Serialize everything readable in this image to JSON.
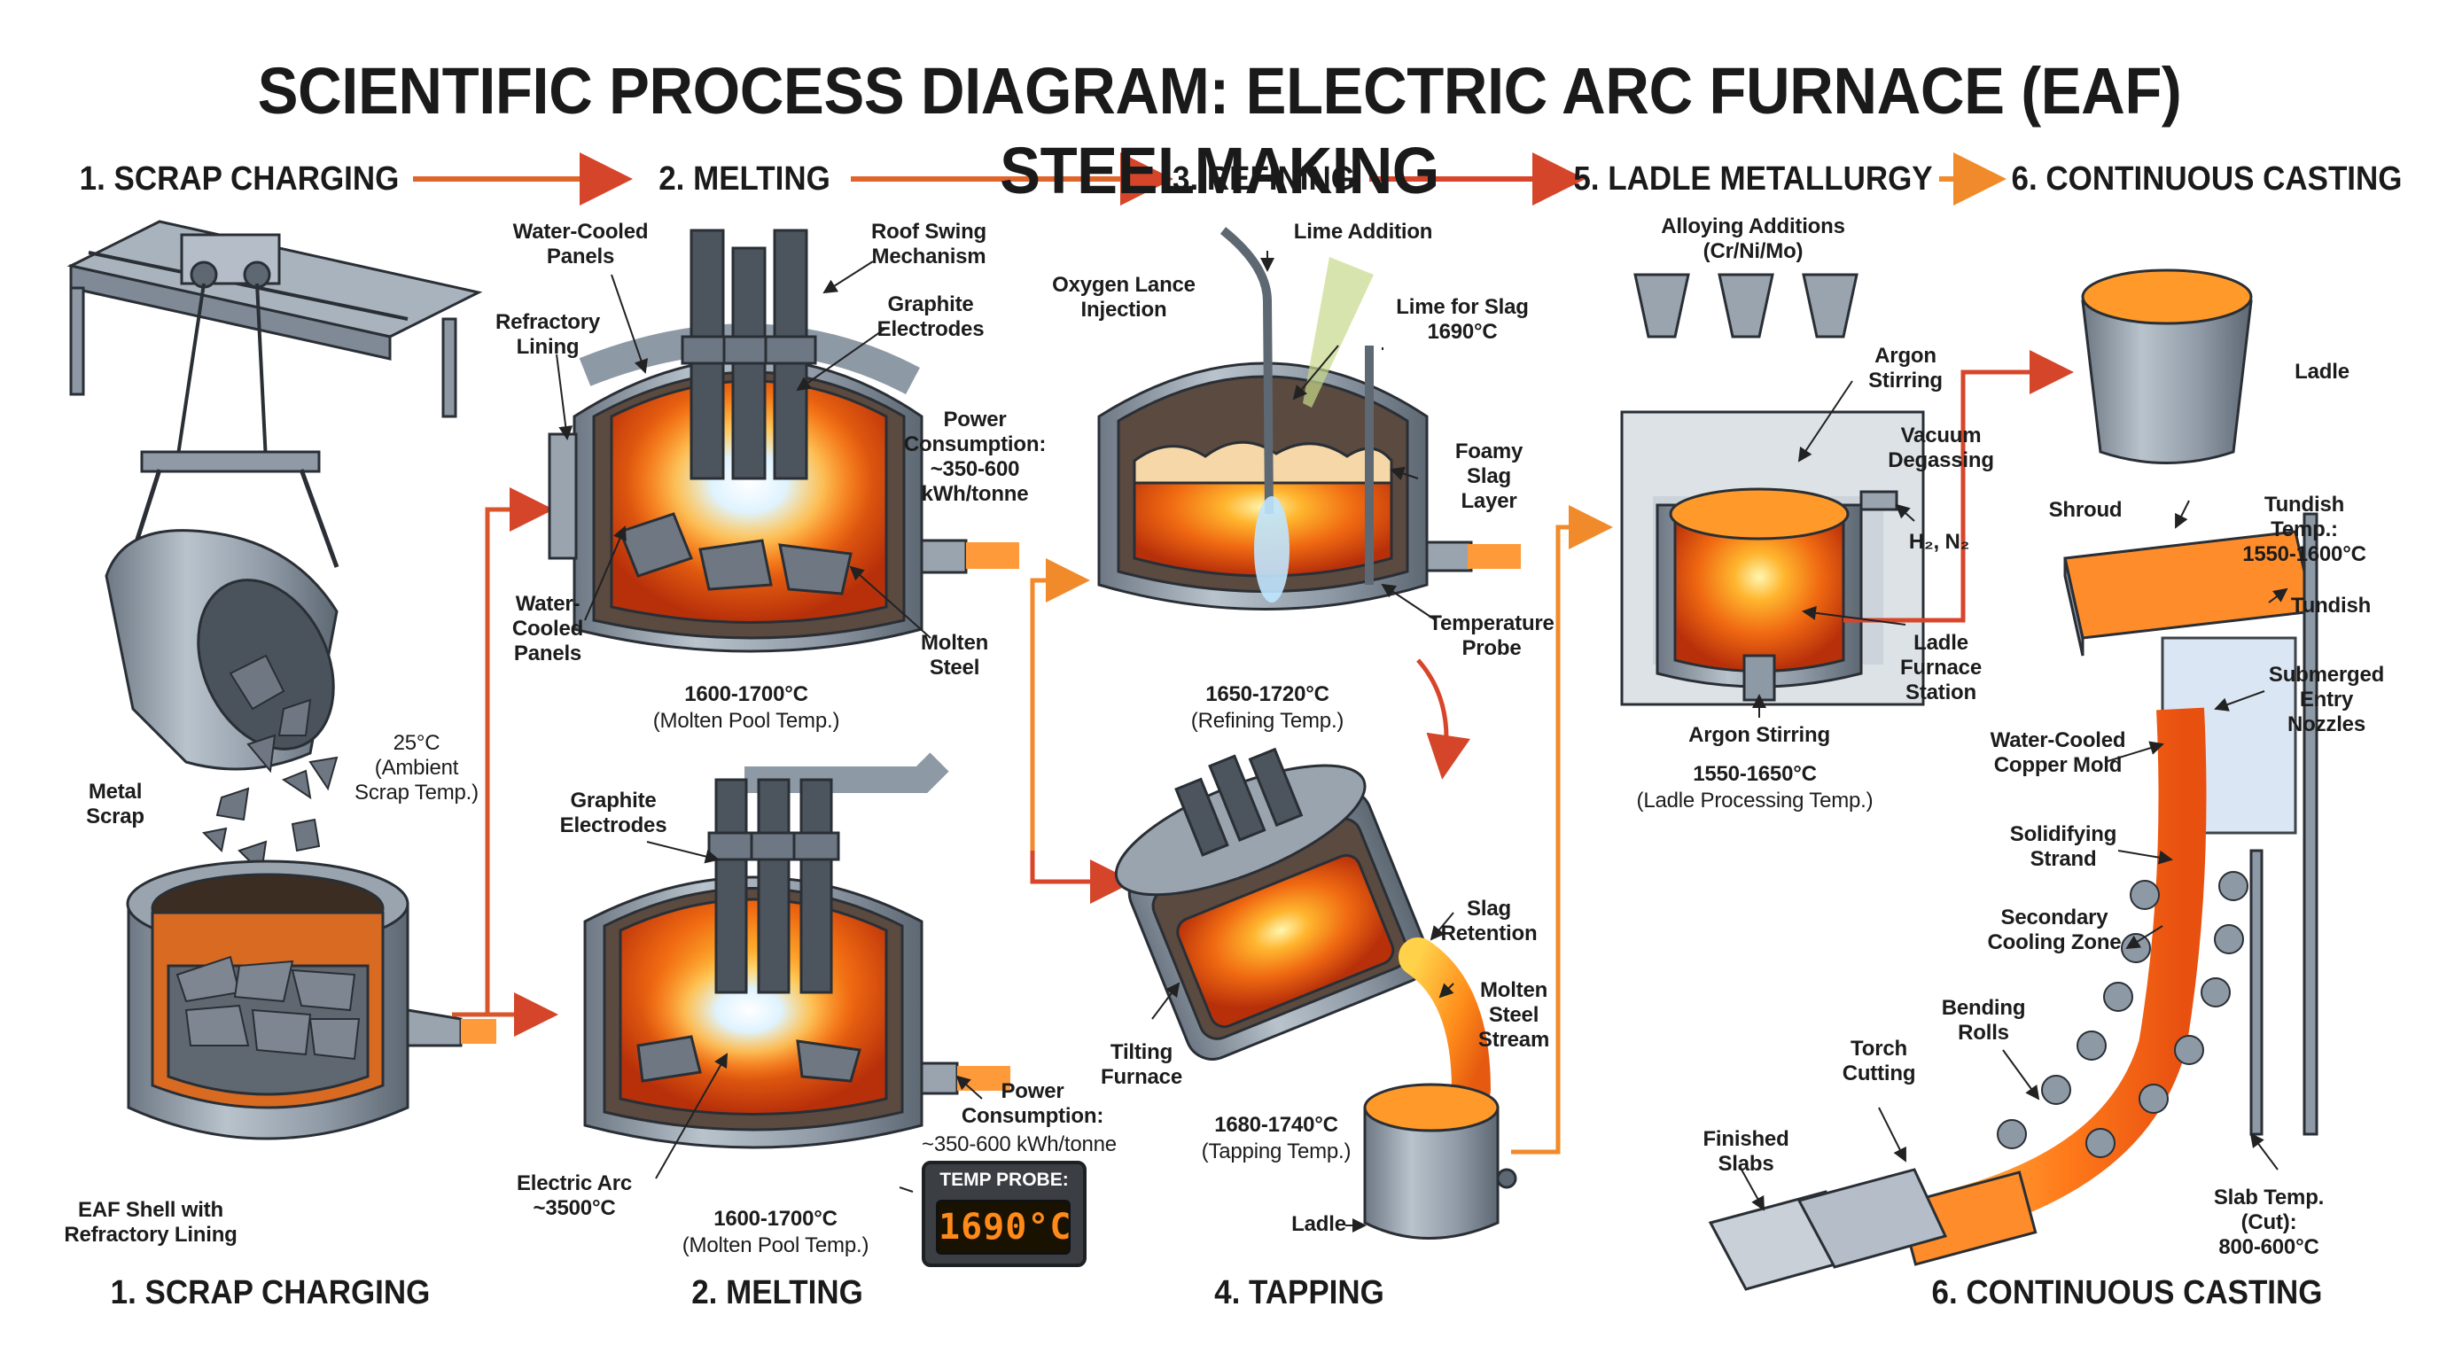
{
  "title": "SCIENTIFIC PROCESS DIAGRAM: ELECTRIC ARC FURNACE (EAF) STEELMAKING",
  "top_steps": [
    "1. SCRAP CHARGING",
    "2. MELTING",
    "3. REFINING",
    "5. LADLE METALLURGY",
    "6. CONTINUOUS CASTING"
  ],
  "bottom_steps": [
    "1. SCRAP CHARGING",
    "2. MELTING",
    "4. TAPPING",
    "6. CONTINUOUS CASTING"
  ],
  "scrap": {
    "metal_scrap": "Metal\nScrap",
    "ambient": "25°C\n(Ambient\nScrap Temp.)",
    "eaf_shell": "EAF Shell with\nRefractory Lining"
  },
  "melting_top": {
    "water_panels_top": "Water-Cooled\nPanels",
    "roof_swing": "Roof Swing\nMechanism",
    "refractory": "Refractory\nLining",
    "graphite": "Graphite\nElectrodes",
    "power": "Power\nConsumption:\n~350-600\nkWh/tonne",
    "water_panels_side": "Water-\nCooled\nPanels",
    "molten_steel": "Molten\nSteel",
    "temp": "1600-1700°C",
    "temp_note": "(Molten Pool Temp.)"
  },
  "melting_bottom": {
    "graphite": "Graphite\nElectrodes",
    "power_title": "Power\nConsumption:",
    "power_value": "~350-600 kWh/tonne",
    "arc": "Electric Arc\n~3500°C",
    "temp": "1600-1700°C",
    "temp_note": "(Molten Pool Temp.)",
    "probe_label": "TEMP PROBE:",
    "probe_value": "1690°C"
  },
  "refining": {
    "lime_addition": "Lime Addition",
    "oxygen_lance": "Oxygen Lance\nInjection",
    "lime_slag": "Lime for Slag\n1690°C",
    "foamy_slag": "Foamy\nSlag\nLayer",
    "temp_probe": "Temperature\nProbe",
    "temp": "1650-1720°C",
    "temp_note": "(Refining Temp.)"
  },
  "tapping": {
    "slag_retention": "Slag\nRetention",
    "molten_stream": "Molten\nSteel\nStream",
    "tilting": "Tilting\nFurnace",
    "temp": "1680-1740°C",
    "temp_note": "(Tapping Temp.)",
    "ladle": "Ladle"
  },
  "ladle_met": {
    "alloying": "Alloying Additions\n(Cr/Ni/Mo)",
    "argon_top": "Argon\nStirring",
    "vacuum": "Vacuum\nDegassing",
    "gases": "H₂, N₂",
    "station": "Ladle\nFurnace\nStation",
    "argon_bottom": "Argon Stirring",
    "temp": "1550-1650°C",
    "temp_note": "(Ladle Processing Temp.)"
  },
  "casting": {
    "ladle": "Ladle",
    "shroud": "Shroud",
    "tundish_temp": "Tundish Temp.:\n1550-1600°C",
    "tundish": "Tundish",
    "nozzles": "Submerged\nEntry Nozzles",
    "mold": "Water-Cooled\nCopper Mold",
    "strand": "Solidifying\nStrand",
    "secondary": "Secondary\nCooling Zone",
    "bending": "Bending\nRolls",
    "torch": "Torch\nCutting",
    "slabs": "Finished\nSlabs",
    "slab_temp": "Slab Temp. (Cut):\n800-600°C"
  },
  "colors": {
    "steel_gray": "#8e99a6",
    "molten": "#ff7a1a",
    "arrow": "#d9552b",
    "arc": "#e8f6ff"
  }
}
